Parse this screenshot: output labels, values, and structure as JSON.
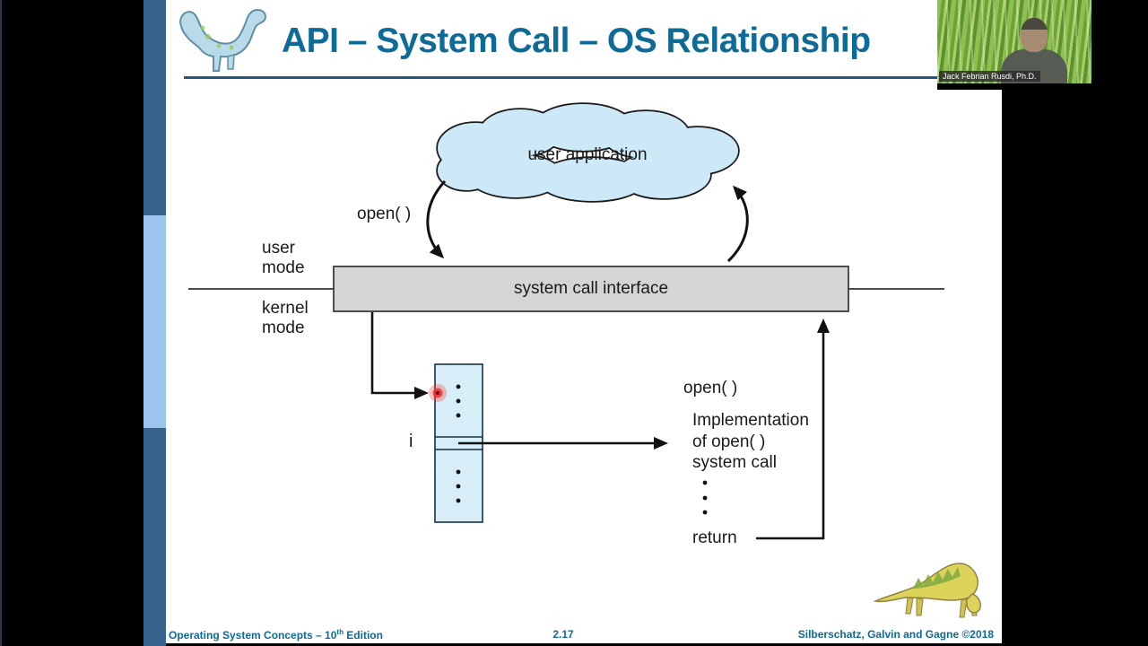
{
  "slide": {
    "title": "API – System Call – OS Relationship",
    "footer": {
      "left_pre": "Operating System Concepts – 10",
      "left_sup": "th",
      "left_post": " Edition",
      "page": "2.17",
      "right": "Silberschatz, Galvin and Gagne ©2018"
    }
  },
  "webcam": {
    "name_label": "Jack Febrian Rusdi, Ph.D."
  },
  "diagram": {
    "cloud_label": "user application",
    "call_label": "open( )",
    "user_mode_line1": "user",
    "user_mode_line2": "mode",
    "kernel_mode_line1": "kernel",
    "kernel_mode_line2": "mode",
    "interface_label": "system call interface",
    "index_label": "i",
    "impl_call_label": "open( )",
    "impl_lines": [
      "Implementation",
      "of open( )",
      "system call"
    ],
    "return_label": "return"
  },
  "icons": {
    "top_left": "dinosaur-logo-icon",
    "bottom_right": "dinosaur-logo-icon",
    "pointer": "laser-pointer-dot"
  },
  "colors": {
    "accent_title": "#0e6a96",
    "underline": "#25567e",
    "bar_dark": "#35638e",
    "bar_light": "#9cc6ef",
    "cloud_fill": "#cde9f7",
    "table_fill": "#d7edf8",
    "interface_box_fill": "#d5d5d5",
    "laser": "#ee3333"
  }
}
